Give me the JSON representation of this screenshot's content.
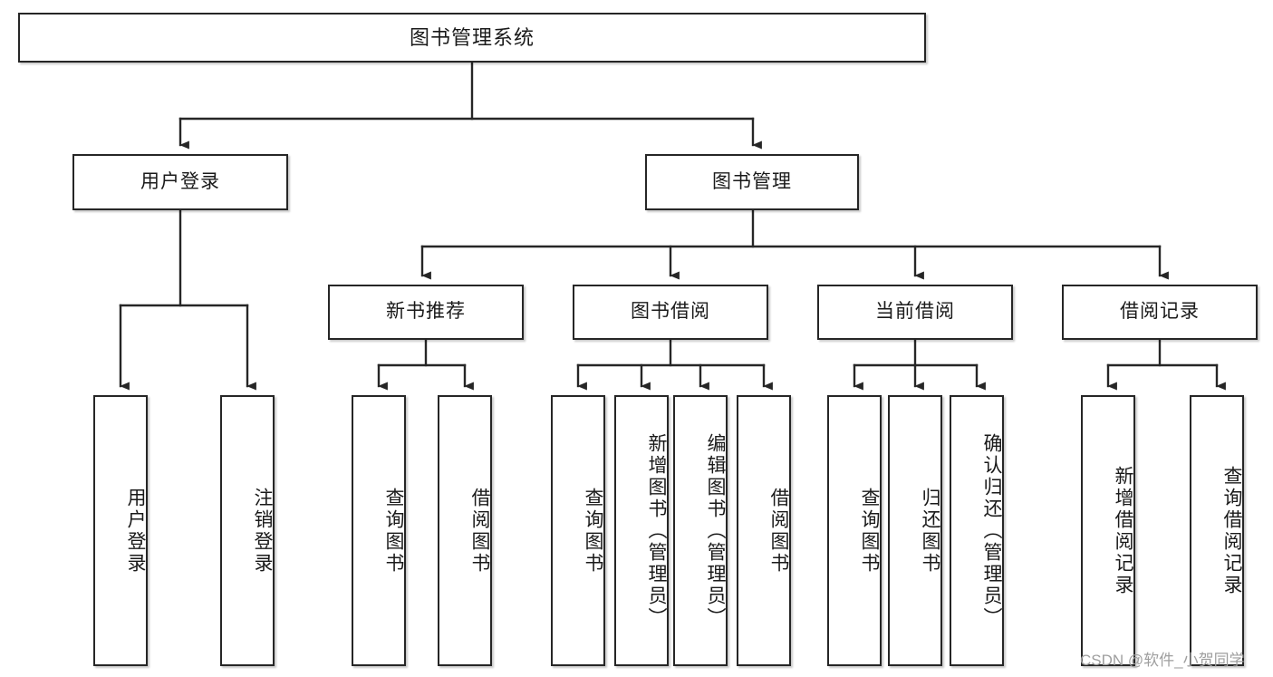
{
  "diagram": {
    "title": "图书管理系统",
    "type": "hierarchy-tree",
    "colors": {
      "box_border": "#262626",
      "box_fill": "#ffffff",
      "edge": "#262626",
      "text": "#1a1a1a",
      "watermark": "#9e9e9e",
      "background": "#ffffff"
    },
    "root": {
      "label": "图书管理系统"
    },
    "level2": [
      {
        "label": "用户登录"
      },
      {
        "label": "图书管理"
      }
    ],
    "level3": [
      {
        "label": "新书推荐"
      },
      {
        "label": "图书借阅"
      },
      {
        "label": "当前借阅"
      },
      {
        "label": "借阅记录"
      }
    ],
    "leaves": {
      "user_login": [
        {
          "label": "用户登录"
        },
        {
          "label": "注销登录"
        }
      ],
      "new_book_recommend": [
        {
          "label": "查询图书"
        },
        {
          "label": "借阅图书"
        }
      ],
      "book_borrow": [
        {
          "label": "查询图书"
        },
        {
          "label": "新增图书（管理员）"
        },
        {
          "label": "编辑图书（管理员）"
        },
        {
          "label": "借阅图书"
        }
      ],
      "current_borrow": [
        {
          "label": "查询图书"
        },
        {
          "label": "归还图书"
        },
        {
          "label": "确认归还（管理员）"
        }
      ],
      "borrow_record": [
        {
          "label": "新增借阅记录"
        },
        {
          "label": "查询借阅记录"
        }
      ]
    }
  },
  "watermark": {
    "text": "CSDN @软件_小贺同学"
  }
}
